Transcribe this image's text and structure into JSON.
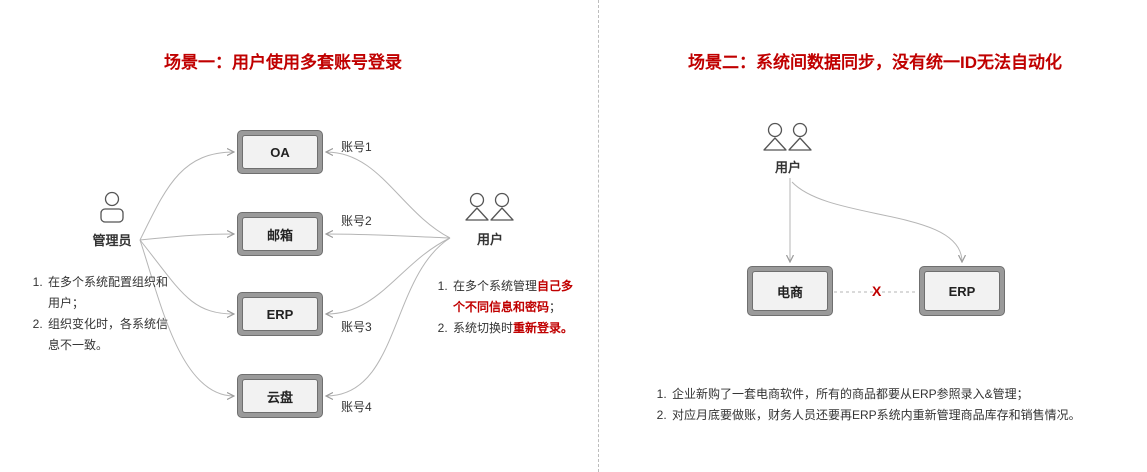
{
  "scene1": {
    "title": "场景一：用户使用多套账号登录",
    "admin_label": "管理员",
    "user_label": "用户",
    "systems": [
      "OA",
      "邮箱",
      "ERP",
      "云盘"
    ],
    "accounts": [
      "账号1",
      "账号2",
      "账号3",
      "账号4"
    ],
    "admin_notes": [
      "在多个系统配置组织和用户；",
      "组织变化时，各系统信息不一致。"
    ],
    "user_notes": [
      {
        "normal": "在多个系统管理",
        "highlight": "自己多个不同信息和密码",
        "tail": "；"
      },
      {
        "normal": "系统切换时",
        "highlight": "重新登录。",
        "tail": ""
      }
    ]
  },
  "scene2": {
    "title": "场景二：系统间数据同步，没有统一ID无法自动化",
    "user_label": "用户",
    "left_system": "电商",
    "right_system": "ERP",
    "x_mark": "X",
    "notes": [
      "企业新购了一套电商软件，所有的商品都要从ERP参照录入&管理；",
      "对应月底要做账，财务人员还要再ERP系统内重新管理商品库存和销售情况。"
    ]
  },
  "colors": {
    "title_red": "#c00000",
    "node_fill": "#f2f2f2",
    "node_border": "#9a9a9a",
    "line": "#b0b0b0"
  }
}
